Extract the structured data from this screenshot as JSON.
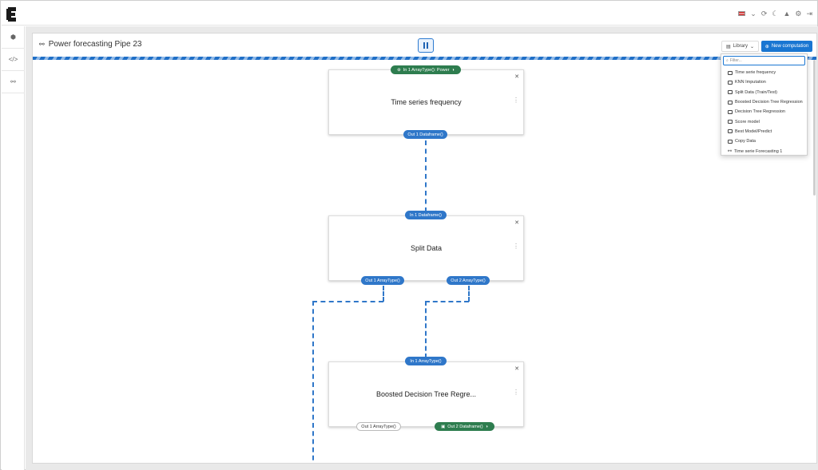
{
  "topbar": {
    "icons": [
      "flag-icon",
      "refresh-icon",
      "moon-icon",
      "bell-icon",
      "gear-icon",
      "logout-icon"
    ]
  },
  "leftnav": {
    "items": [
      "home-icon",
      "code-icon",
      "pipeline-icon"
    ]
  },
  "header": {
    "title": "Power forecasting Pipe 23",
    "library_label": "Library",
    "new_label": "New computation"
  },
  "nodes": [
    {
      "title": "Time series frequency",
      "in": "In 1 ArrayType(): Power",
      "outs": [
        "Out 1 Dataframe()"
      ]
    },
    {
      "title": "Split Data",
      "in": "In 1 Dataframe()",
      "outs": [
        "Out 1 ArrayType()",
        "Out 2 ArrayType()"
      ]
    },
    {
      "title": "Boosted Decision Tree Regre...",
      "in": "In 1 ArrayType()",
      "outs": [
        "Out 1 ArrayType()",
        "Out 2 Dataframe()"
      ]
    }
  ],
  "library": {
    "filter_placeholder": "Filter...",
    "items": [
      "Time serie frequency",
      "KNN Imputation",
      "Split Data (Train/Test)",
      "Boosted Decision Tree Regression",
      "Decision Tree Regression",
      "Score model",
      "Best Model/Predict",
      "Copy Data",
      "Time serie Forecasting 1"
    ]
  },
  "colors": {
    "accent": "#1976d2",
    "port_blue": "#2f77c9",
    "port_green": "#2e7d4f"
  }
}
